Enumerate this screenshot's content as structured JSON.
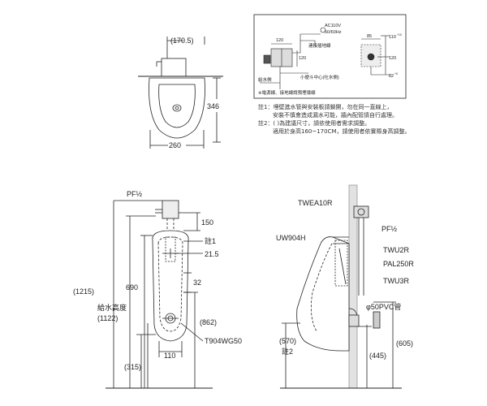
{
  "top_view": {
    "dim_top": "(170.5)",
    "dim_height": "346",
    "dim_width": "260"
  },
  "inset": {
    "label_ac": "AC110V",
    "label_hz": "50/60Hz",
    "label_valve": "連接插地線",
    "dim_120_top": "120",
    "dim_120_side": "120",
    "label_center": "小便斗中心(吐水側)",
    "label_supply": "給水側",
    "label_power_note": "※電源線、接地線請預埋導線",
    "dim_85": "85",
    "dim_110": "110",
    "dim_110_sup": "+10",
    "dim_120_right": "120",
    "dim_82": "82",
    "dim_82_sup": "+5"
  },
  "notes": {
    "note1_line1": "註1：埋壁進水管與安裝板請鎖開，勿在同一直線上，",
    "note1_line2": "安裝不慎會造成漏水可能，牆內配管請自行處理。",
    "note2_line1": "註2：( )為建議尺寸，請依使用者需求調整。",
    "note2_line2": "適用於身高160~170CM，請使用者依實際身高調整。"
  },
  "front_view": {
    "label_pf": "PF½",
    "dim_150": "150",
    "label_note1": "註1",
    "dim_21_5": "21.5",
    "dim_32": "32",
    "dim_690": "690",
    "dim_1215": "(1215)",
    "label_supply_height": "給水高度",
    "dim_1122": "(1122)",
    "dim_862": "(862)",
    "label_t904": "T904WG50",
    "dim_110": "110",
    "dim_315": "(315)"
  },
  "side_view": {
    "label_twea": "TWEA10R",
    "label_pf": "PF½",
    "label_uw904": "UW904H",
    "label_twu2r": "TWU2R",
    "label_pal250r": "PAL250R",
    "label_twu3r": "TWU3R",
    "label_pvc": "φ50PVC管",
    "dim_570": "(570)",
    "label_note2": "註2",
    "dim_445": "(445)",
    "dim_605": "(605)"
  }
}
